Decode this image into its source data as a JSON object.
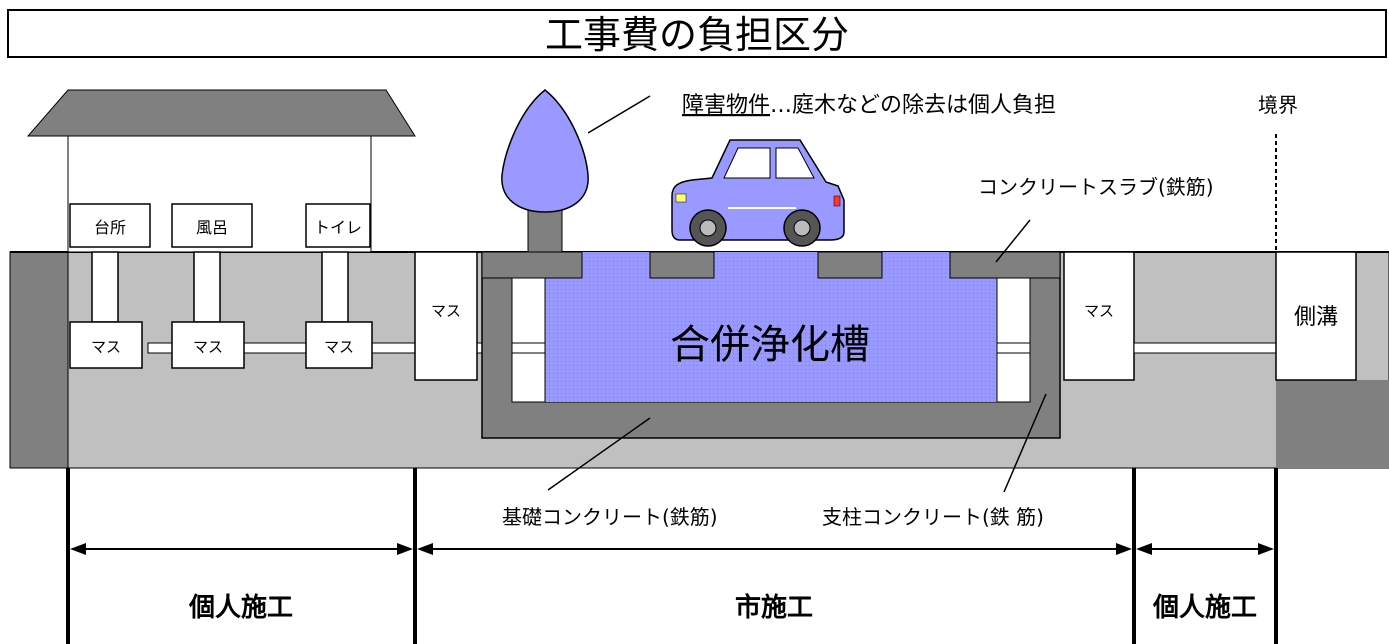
{
  "title": "工事費の負担区分",
  "obstacle": {
    "underlined": "障害物件",
    "rest": "…庭木などの除去は個人負担"
  },
  "boundary_label": "境界",
  "rooms": {
    "kitchen": "台所",
    "bath": "風呂",
    "toilet": "トイレ"
  },
  "mas_label": "マス",
  "tank_label": "合併浄化槽",
  "side_ditch_label": "側溝",
  "slab_label": "コンクリートスラブ(鉄筋)",
  "foundation_label": "基礎コンクリート(鉄筋)",
  "pillar_label": "支柱コンクリート(鉄 筋)",
  "zones": {
    "private_left": "個人施工",
    "city": "市施工",
    "private_right": "個人施工"
  },
  "colors": {
    "ground": "#c0c0c0",
    "concrete": "#808080",
    "dark_wall": "#808080",
    "tank_fill": "#9999ff",
    "tree": "#9999ff",
    "car": "#9999ff",
    "trunk": "#808080"
  }
}
